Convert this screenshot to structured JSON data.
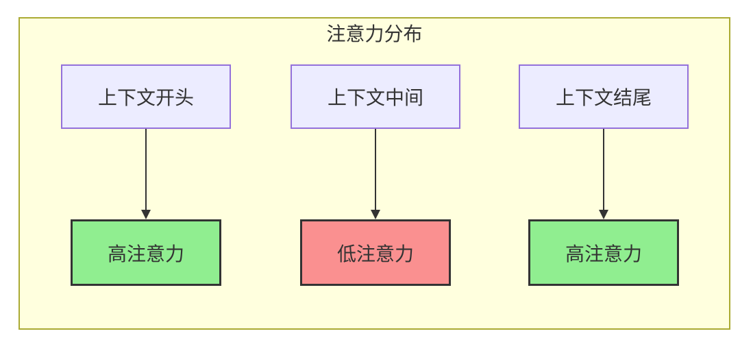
{
  "diagram": {
    "title": "注意力分布",
    "columns": [
      {
        "source": {
          "label": "上下文开头"
        },
        "target": {
          "label": "高注意力",
          "level": "high"
        }
      },
      {
        "source": {
          "label": "上下文中间"
        },
        "target": {
          "label": "低注意力",
          "level": "low"
        }
      },
      {
        "source": {
          "label": "上下文结尾"
        },
        "target": {
          "label": "高注意力",
          "level": "high"
        }
      }
    ],
    "colors": {
      "page_background": "#ffffff",
      "container_fill": "#ffffde",
      "container_border": "#aaaa33",
      "source_fill": "#ececff",
      "source_border": "#9370db",
      "high_attention_fill": "#90ee90",
      "low_attention_fill": "#fa9090",
      "target_border": "#333333",
      "arrow": "#333333",
      "text": "#333333"
    }
  }
}
